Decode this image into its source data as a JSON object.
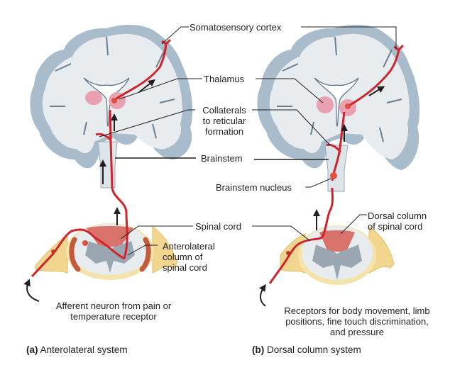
{
  "colors": {
    "neuron": "#d2232a",
    "cortex_gray": "#a9bccb",
    "white_matter": "#e8ecef",
    "thalamus": "#e9a1b2",
    "nerve_yellow": "#f2d690",
    "dorsal_column": "#d9726a",
    "anterolateral_column": "#c45a3c",
    "gray_matter": "#9aa7b3"
  },
  "labels": {
    "somatosensory_cortex": "Somatosensory cortex",
    "thalamus": "Thalamus",
    "collaterals": [
      "Collaterals",
      "to reticular",
      "formation"
    ],
    "brainstem": "Brainstem",
    "brainstem_nucleus": "Brainstem nucleus",
    "spinal_cord": "Spinal cord",
    "anterolateral_column": [
      "Anterolateral",
      "column of",
      "spinal cord"
    ],
    "dorsal_column": [
      "Dorsal column",
      "of spinal cord"
    ],
    "afferent_neuron": [
      "Afferent neuron from pain or",
      "temperature receptor"
    ],
    "receptors": [
      "Receptors for body movement, limb",
      "positions, fine touch discrimination,",
      "and pressure"
    ]
  },
  "captions": {
    "a": {
      "letter": "(a)",
      "text": "Anterolateral system"
    },
    "b": {
      "letter": "(b)",
      "text": "Dorsal column system"
    }
  }
}
